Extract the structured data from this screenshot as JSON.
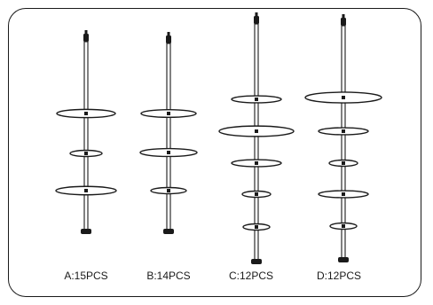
{
  "figure": {
    "colors": {
      "stroke": "#1a1a1a",
      "disc_fill": "#ffffff",
      "background": "#ffffff"
    },
    "stands": [
      {
        "id": "a",
        "label": "A:15PCS"
      },
      {
        "id": "b",
        "label": "B:14PCS"
      },
      {
        "id": "c",
        "label": "C:12PCS"
      },
      {
        "id": "d",
        "label": "D:12PCS"
      }
    ]
  }
}
